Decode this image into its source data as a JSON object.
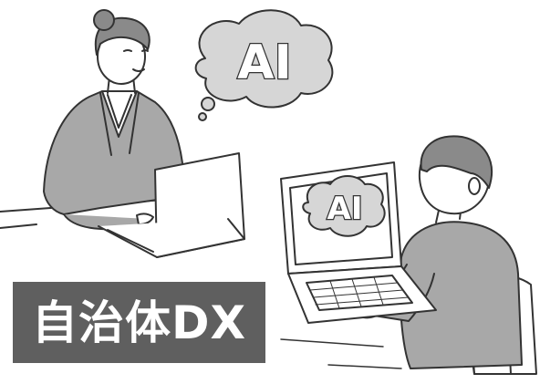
{
  "illustration": {
    "woman_thought_text": "AI",
    "man_screen_text": "AI"
  },
  "label": {
    "text": "自治体DX"
  },
  "colors": {
    "label_background": "#5f5f5f",
    "label_text": "#ffffff",
    "cloud_fill": "#d6d6d6",
    "suit_fill": "#a8a8a8",
    "line": "#333333"
  }
}
